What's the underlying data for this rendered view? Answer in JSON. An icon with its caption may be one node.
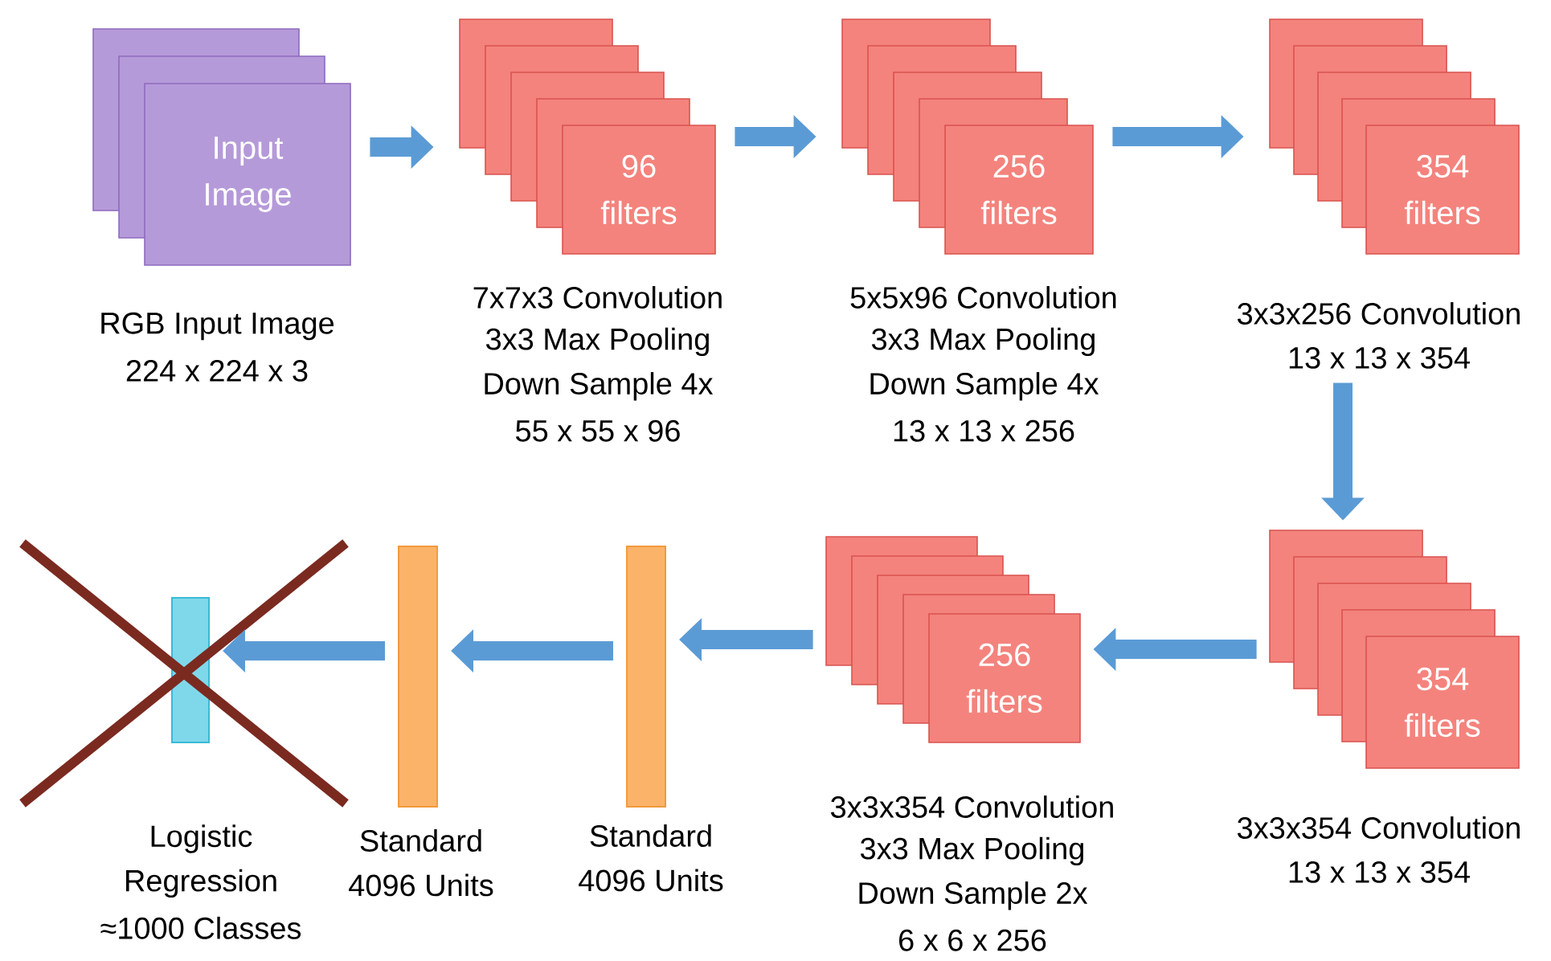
{
  "diagram": {
    "nodes": [
      {
        "text": [
          "Input Image"
        ],
        "beside": [
          "RGB Input Image",
          "224 x 224 x 3"
        ]
      },
      {
        "text": [
          "96 filters"
        ],
        "beside": [
          "7x7x3 Convolution",
          "3x3 Max Pooling",
          "Down Sample 4x",
          "55 x 55 x 96"
        ]
      },
      {
        "text": [
          "256 filters"
        ],
        "beside": [
          "5x5x96 Convolution",
          "3x3 Max Pooling",
          "Down Sample 4x",
          "13 x 13 x 256"
        ]
      },
      {
        "text": [
          "354 filters"
        ],
        "beside": [
          "3x3x256 Convolution",
          "13 x 13 x 354"
        ]
      },
      {
        "text": [
          "354 filters"
        ],
        "beside": [
          "3x3x354 Convolution",
          "13 x 13 x 354"
        ]
      },
      {
        "text": [
          "256 filters"
        ],
        "beside": [
          "3x3x354 Convolution",
          "3x3 Max Pooling",
          "Down Sample 2x",
          "6 x 6 x 256"
        ]
      },
      {
        "text": [],
        "shape": "bar",
        "beside": [
          "Standard",
          "4096 Units"
        ]
      },
      {
        "text": [],
        "shape": "bar",
        "beside": [
          "Standard",
          "4096 Units"
        ]
      },
      {
        "text": [],
        "shape": "bar",
        "beside": [
          "Logistic",
          "Regression",
          "≈1000 Classes"
        ]
      }
    ],
    "edges": [
      {
        "from": 0,
        "to": 1,
        "arrow": "to"
      },
      {
        "from": 1,
        "to": 2,
        "arrow": "to"
      },
      {
        "from": 2,
        "to": 3,
        "arrow": "to"
      },
      {
        "from": 3,
        "to": 4,
        "arrow": "to"
      },
      {
        "from": 4,
        "to": 5,
        "arrow": "to"
      },
      {
        "from": 5,
        "to": 6,
        "arrow": "to"
      },
      {
        "from": 6,
        "to": 7,
        "arrow": "to"
      },
      {
        "from": 7,
        "to": 8,
        "arrow": "to"
      }
    ]
  }
}
